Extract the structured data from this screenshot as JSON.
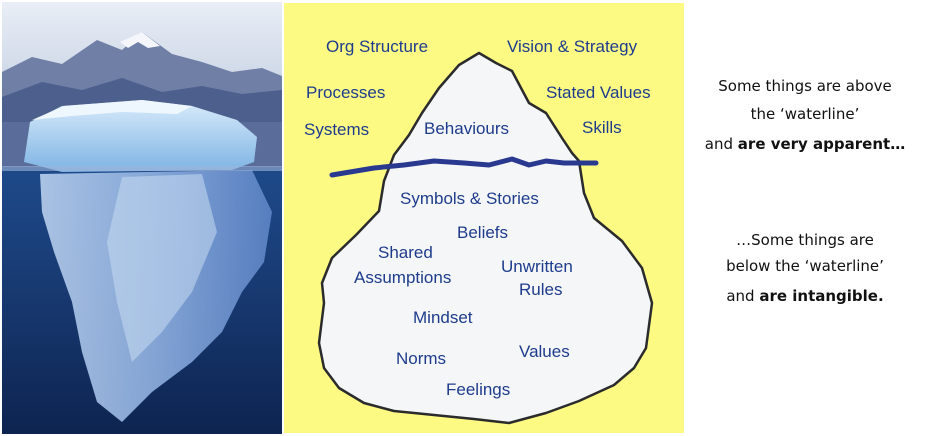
{
  "diagram": {
    "above_waterline": {
      "org_structure": "Org Structure",
      "vision_strategy": "Vision & Strategy",
      "processes": "Processes",
      "stated_values": "Stated Values",
      "systems": "Systems",
      "behaviours": "Behaviours",
      "skills": "Skills"
    },
    "below_waterline": {
      "symbols_stories": "Symbols & Stories",
      "beliefs": "Beliefs",
      "shared": "Shared",
      "assumptions": "Assumptions",
      "unwritten": "Unwritten",
      "rules": "Rules",
      "mindset": "Mindset",
      "norms": "Norms",
      "values": "Values",
      "feelings": "Feelings"
    },
    "colors": {
      "background": "#fdfa84",
      "label": "#1f3c8c",
      "waterline": "#2a3990"
    }
  },
  "notes": {
    "above_line1": "Some things are above",
    "above_line2": "the ‘waterline’",
    "above_line3_prefix": "and ",
    "above_line3_bold": "are very apparent…",
    "below_line1": "…Some things are",
    "below_line2": "below the ‘waterline’",
    "below_line3_prefix": "and ",
    "below_line3_bold": "are intangible."
  }
}
